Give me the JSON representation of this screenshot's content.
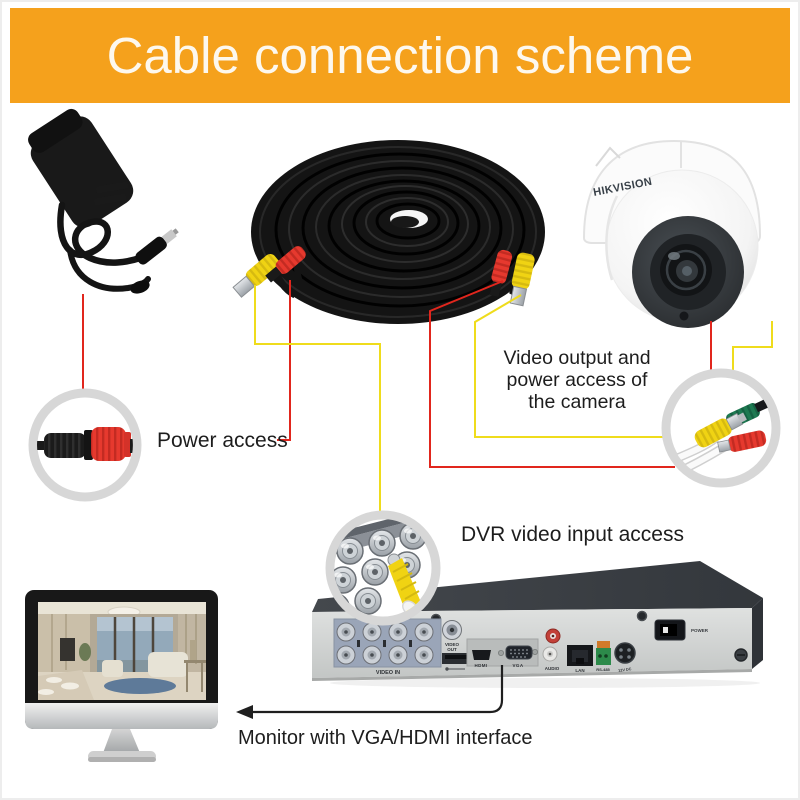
{
  "header": {
    "title": "Cable connection scheme"
  },
  "labels": {
    "power_access": "Power access",
    "camera_output_line1": "Video output and",
    "camera_output_line2": "power access of",
    "camera_output_line3": "the camera",
    "dvr_input": "DVR video input access",
    "monitor": "Monitor with VGA/HDMI interface"
  },
  "camera": {
    "brand": "HIKVISION"
  },
  "dvr": {
    "ports": {
      "video_in": "VIDEO IN",
      "video_out_line1": "VIDEO",
      "video_out_line2": "OUT",
      "hdmi": "HDMI",
      "vga": "VGA",
      "audio": "AUDIO",
      "lan": "LAN",
      "rs485": "RS-485",
      "dc12v": "12V DC",
      "power": "POWER"
    }
  },
  "colors": {
    "banner_orange": "#f5a11c",
    "line_red": "#e1261d",
    "line_yellow": "#efdc1c",
    "arrow_black": "#1f1f1f"
  }
}
